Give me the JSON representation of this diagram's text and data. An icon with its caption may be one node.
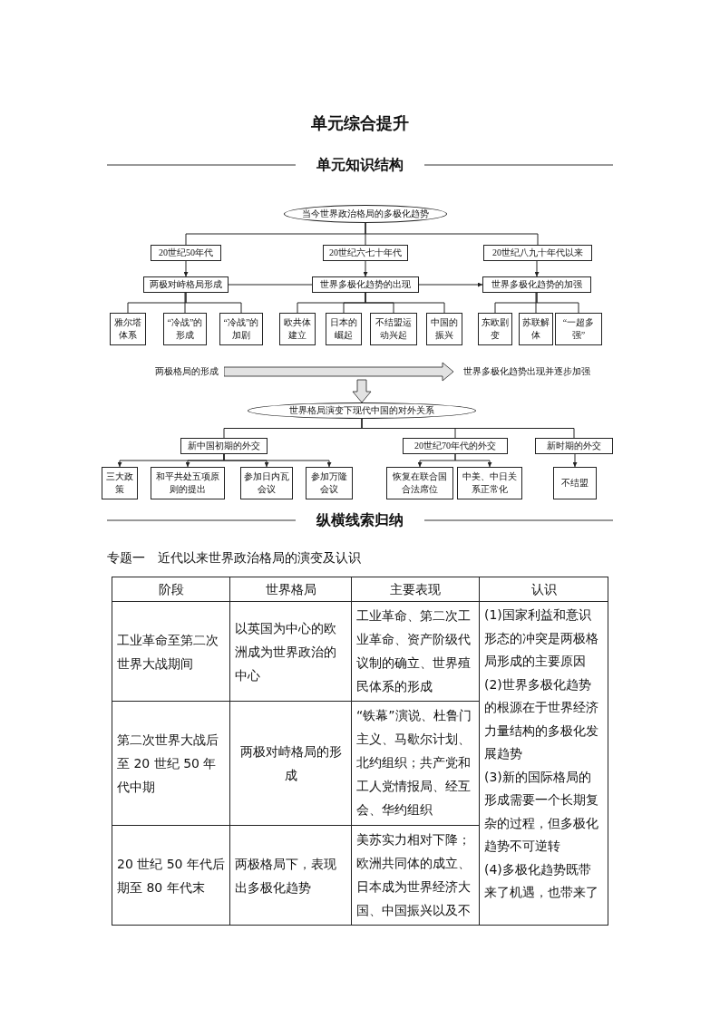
{
  "diagram": {
    "title": "单元综合提升",
    "nodes": [
      {
        "text": [
          "当今世界政治格局的多极化趋势"
        ]
      },
      {
        "text": [
          "20世纪50年代"
        ]
      },
      {
        "text": [
          "20世纪六七十年代"
        ]
      },
      {
        "text": [
          "20世纪八九十年代以来"
        ]
      },
      {
        "text": [
          "两极对峙格局形成"
        ]
      },
      {
        "text": [
          "世界多极化趋势的出现"
        ]
      },
      {
        "text": [
          "世界多极化趋势的加强"
        ]
      },
      {
        "text": [
          "雅尔塔体系"
        ]
      },
      {
        "text": [
          "“冷战”的形成"
        ]
      },
      {
        "text": [
          "“冷战”的加剧"
        ]
      },
      {
        "text": [
          "欧共体建立"
        ]
      },
      {
        "text": [
          "日本的崛起"
        ]
      },
      {
        "text": [
          "不结盟运动兴起"
        ]
      },
      {
        "text": [
          "中国的振兴"
        ]
      },
      {
        "text": [
          "东欧剧变"
        ]
      },
      {
        "text": [
          "苏联解体"
        ]
      },
      {
        "text": [
          "“一超多强”"
        ]
      },
      {
        "text": [
          "两极格局的形成"
        ]
      },
      {
        "text": [
          "世界多极化趋势出现并逐步加强"
        ]
      },
      {
        "text": [
          "世界格局演变下现代中国的对外关系"
        ]
      },
      {
        "text": [
          "新中国初期的外交"
        ]
      },
      {
        "text": [
          "20世纪70年代的外交"
        ]
      },
      {
        "text": [
          "新时期的外交"
        ]
      },
      {
        "text": [
          "三大政策"
        ]
      },
      {
        "text": [
          "和平共处五项原则的提出"
        ]
      },
      {
        "text": [
          "参加日内瓦会议"
        ]
      },
      {
        "text": [
          "参加万隆会议"
        ]
      },
      {
        "text": [
          "恢复在联合国合法席位"
        ]
      },
      {
        "text": [
          "中美、中日关系正常化"
        ]
      },
      {
        "text": [
          "不结盟"
        ]
      }
    ],
    "edges": [
      {
        "from": 0,
        "to": 1,
        "arrow": "none"
      },
      {
        "from": 0,
        "to": 2,
        "arrow": "none"
      },
      {
        "from": 0,
        "to": 3,
        "arrow": "none"
      },
      {
        "from": 1,
        "to": 4,
        "arrow": "to"
      },
      {
        "from": 2,
        "to": 5,
        "arrow": "to"
      },
      {
        "from": 3,
        "to": 6,
        "arrow": "to"
      },
      {
        "from": 4,
        "to": 5,
        "arrow": "none"
      },
      {
        "from": 5,
        "to": 6,
        "arrow": "to"
      },
      {
        "from": 4,
        "to": 7,
        "arrow": "none"
      },
      {
        "from": 4,
        "to": 8,
        "arrow": "none"
      },
      {
        "from": 4,
        "to": 9,
        "arrow": "none"
      },
      {
        "from": 5,
        "to": 10,
        "arrow": "none"
      },
      {
        "from": 5,
        "to": 11,
        "arrow": "none"
      },
      {
        "from": 5,
        "to": 12,
        "arrow": "none"
      },
      {
        "from": 5,
        "to": 13,
        "arrow": "none"
      },
      {
        "from": 6,
        "to": 14,
        "arrow": "none"
      },
      {
        "from": 6,
        "to": 15,
        "arrow": "none"
      },
      {
        "from": 6,
        "to": 16,
        "arrow": "none"
      },
      {
        "from": 17,
        "to": 18,
        "arrow": "to",
        "style": "thick"
      },
      {
        "from": null,
        "to": 19,
        "arrow": "to",
        "style": "thick"
      },
      {
        "from": 19,
        "to": 20,
        "arrow": "none"
      },
      {
        "from": 19,
        "to": 21,
        "arrow": "none"
      },
      {
        "from": 19,
        "to": 22,
        "arrow": "none"
      },
      {
        "from": 20,
        "to": 23,
        "arrow": "to"
      },
      {
        "from": 20,
        "to": 24,
        "arrow": "to"
      },
      {
        "from": 20,
        "to": 25,
        "arrow": "to"
      },
      {
        "from": 20,
        "to": 26,
        "arrow": "to"
      },
      {
        "from": 21,
        "to": 27,
        "arrow": "to"
      },
      {
        "from": 21,
        "to": 28,
        "arrow": "to"
      },
      {
        "from": 22,
        "to": 29,
        "arrow": "to"
      }
    ],
    "labels": [
      "单元知识结构",
      "纵横线索归纳",
      "专题一　近代以来世界政治格局的演变及认识",
      "阶段",
      "世界格局",
      "主要表现",
      "认识",
      "工业革命至第二次世界大战期间",
      "以英国为中心的欧洲成为世界政治的中心",
      "工业革命、第二次工业革命、资产阶级代议制的确立、世界殖民体系的形成",
      "(1)国家利益和意识形态的冲突是两极格局形成的主要原因",
      "(2)世界多极化趋势的根源在于世界经济力量结构的多极化发展趋势",
      "(3)新的国际格局的形成需要一个长期复杂的过程，但多极化趋势不可逆转",
      "(4)多极化趋势既带来了机遇，也带来了",
      "第二次世界大战后至 20 世纪 50 年代中期",
      "两极对峙格局的形成",
      "“铁幕”演说、杜鲁门主义、马歇尔计划、北约组织；共产党和工人党情报局、经互会、华约组织",
      "20 世纪 50 年代后期至 80 年代末",
      "两极格局下，表现出多极化趋势",
      "美苏实力相对下降；欧洲共同体的成立、日本成为世界经济大国、中国振兴以及不"
    ]
  }
}
